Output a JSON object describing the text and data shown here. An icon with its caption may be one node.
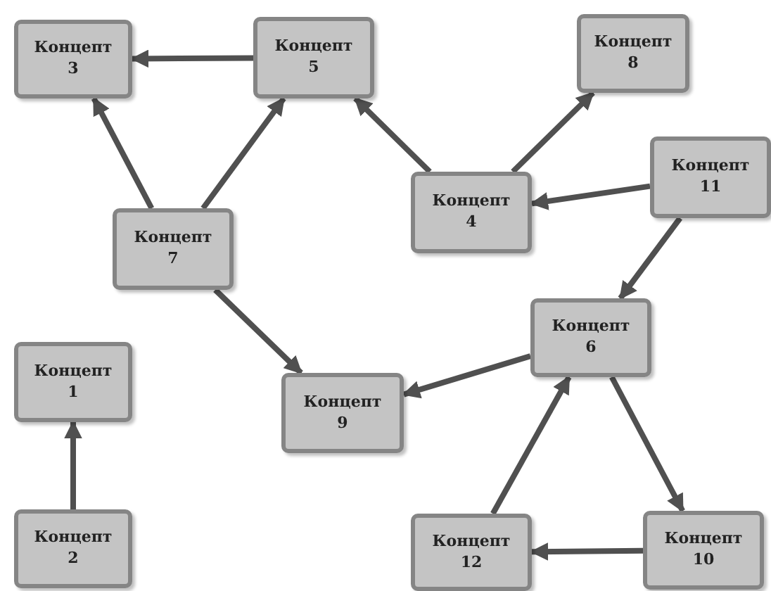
{
  "diagram": {
    "nodes": [
      {
        "text": [
          "Концепт 3"
        ]
      },
      {
        "text": [
          "Концепт 5"
        ]
      },
      {
        "text": [
          "Концепт 8"
        ]
      },
      {
        "text": [
          "Концепт 11"
        ]
      },
      {
        "text": [
          "Концепт 4"
        ]
      },
      {
        "text": [
          "Концепт 7"
        ]
      },
      {
        "text": [
          "Концепт 6"
        ]
      },
      {
        "text": [
          "Концепт 1"
        ]
      },
      {
        "text": [
          "Концепт 9"
        ]
      },
      {
        "text": [
          "Концепт 2"
        ]
      },
      {
        "text": [
          "Концепт 12"
        ]
      },
      {
        "text": [
          "Концепт 10"
        ]
      }
    ],
    "edges": [
      {
        "from": 1,
        "to": 0,
        "arrow": "to"
      },
      {
        "from": 5,
        "to": 0,
        "arrow": "to"
      },
      {
        "from": 5,
        "to": 1,
        "arrow": "to"
      },
      {
        "from": 4,
        "to": 1,
        "arrow": "to"
      },
      {
        "from": 4,
        "to": 2,
        "arrow": "to"
      },
      {
        "from": 3,
        "to": 4,
        "arrow": "to"
      },
      {
        "from": 3,
        "to": 6,
        "arrow": "to"
      },
      {
        "from": 5,
        "to": 8,
        "arrow": "to"
      },
      {
        "from": 6,
        "to": 8,
        "arrow": "to"
      },
      {
        "from": 6,
        "to": 11,
        "arrow": "to"
      },
      {
        "from": 11,
        "to": 10,
        "arrow": "to"
      },
      {
        "from": 10,
        "to": 6,
        "arrow": "to"
      },
      {
        "from": 9,
        "to": 7,
        "arrow": "to"
      }
    ]
  }
}
